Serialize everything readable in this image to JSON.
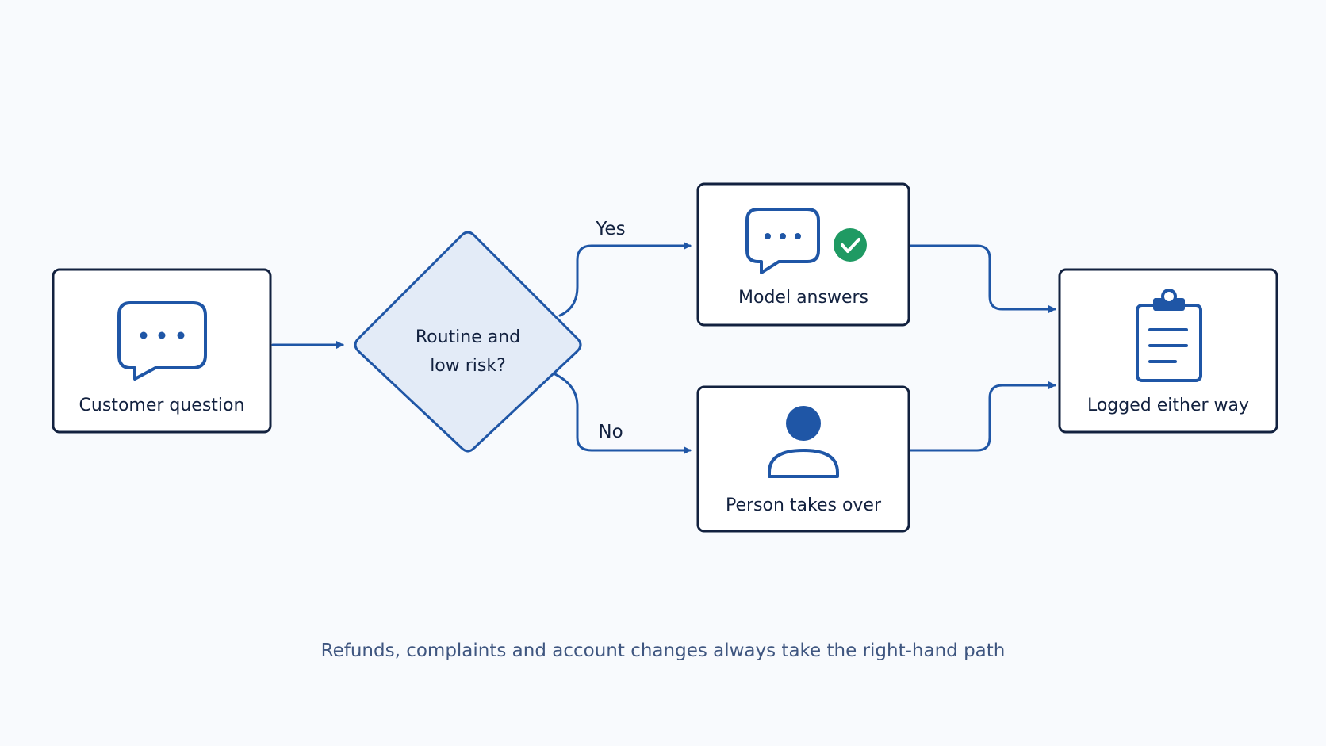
{
  "diagram": {
    "nodes": {
      "question": {
        "label": "Customer question",
        "icon": "speech-bubble-icon"
      },
      "decision": {
        "label_line1": "Routine and",
        "label_line2": "low risk?"
      },
      "model": {
        "label": "Model answers",
        "icon": "speech-bubble-icon",
        "badge_icon": "check-circle-icon"
      },
      "person": {
        "label": "Person takes over",
        "icon": "person-icon"
      },
      "logged": {
        "label": "Logged either way",
        "icon": "clipboard-icon"
      }
    },
    "edges": {
      "yes_label": "Yes",
      "no_label": "No"
    },
    "footnote": "Refunds, complaints and account changes always take the right-hand path"
  },
  "colors": {
    "stroke_dark": "#12213f",
    "accent_blue": "#1f56a6",
    "decision_fill": "#e3ebf7",
    "check_green": "#1f9a63",
    "background": "#f8fafd"
  }
}
